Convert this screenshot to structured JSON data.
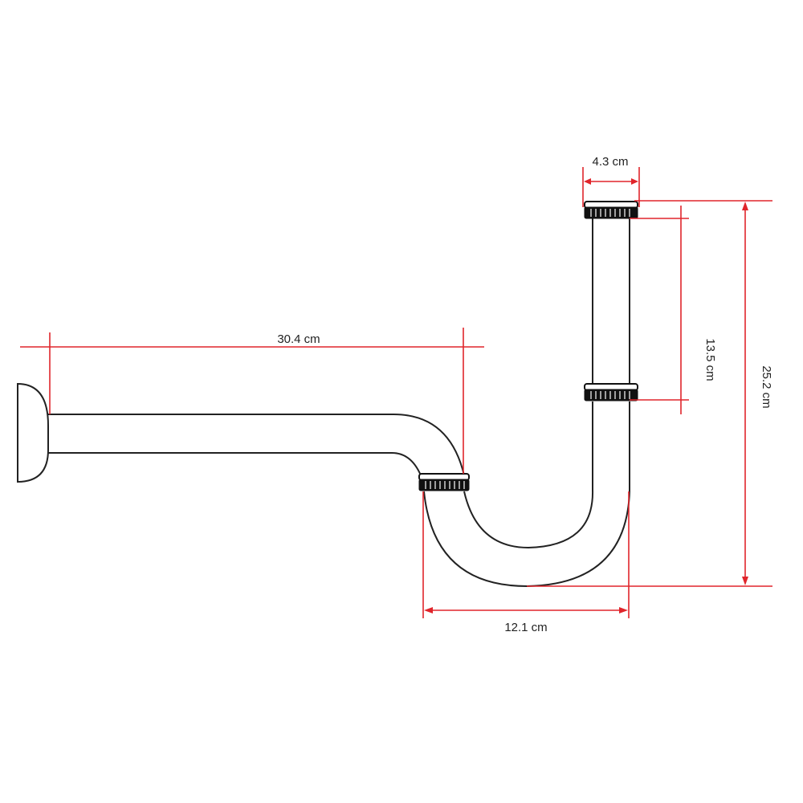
{
  "dimensions": {
    "horizontal_length": "30.4 cm",
    "top_width": "4.3 cm",
    "upper_height": "13.5 cm",
    "total_height": "25.2 cm",
    "trap_width": "12.1 cm"
  },
  "colors": {
    "dimension_line": "#e0252b",
    "outline": "#222222",
    "nut": "#111111"
  }
}
